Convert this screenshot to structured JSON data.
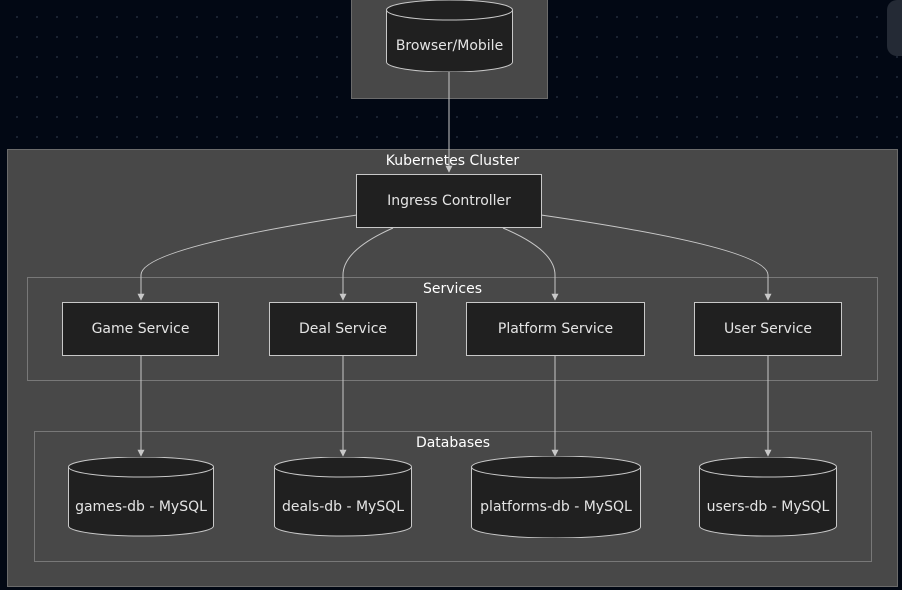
{
  "clients": {
    "browser": "Browser/Mobile"
  },
  "cluster": {
    "title": "Kubernetes Cluster",
    "ingress": "Ingress Controller",
    "services": {
      "title": "Services",
      "items": [
        "Game Service",
        "Deal Service",
        "Platform Service",
        "User Service"
      ]
    },
    "databases": {
      "title": "Databases",
      "items": [
        "games-db - MySQL",
        "deals-db - MySQL",
        "platforms-db - MySQL",
        "users-db - MySQL"
      ]
    }
  },
  "colors": {
    "background": "#020814",
    "group_fill": "#484848",
    "node_fill": "#202020",
    "edge": "#c8c8c8"
  }
}
